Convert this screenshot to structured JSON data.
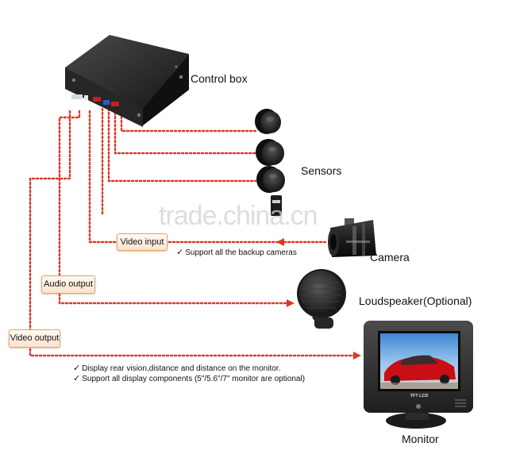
{
  "labels": {
    "control_box": "Control box",
    "sensors": "Sensors",
    "camera": "Camera",
    "loudspeaker": "Loudspeaker(Optional)",
    "monitor": "Monitor"
  },
  "tags": {
    "video_input": "Video input",
    "audio_output": "Audio output",
    "video_output": "Video output"
  },
  "notes": {
    "camera_support": "Support all the backup cameras",
    "display_line_1": "Display rear vision,distance and distance on the monitor.",
    "display_line_2": "Support all display components (5\"/5.6\"/7\" monitor are optional)"
  },
  "monitor_screen_text": "TFT LCD",
  "watermark": "trade.china.cn",
  "colors": {
    "connection_line": "#d93a28",
    "tag_border": "#e0a56f",
    "tag_fill": "#fbe3cf",
    "device_body": "#1f1f1f",
    "screen_sky": "#5d9ed9",
    "car_red": "#c90e16"
  },
  "icons": {
    "check": "✓"
  }
}
